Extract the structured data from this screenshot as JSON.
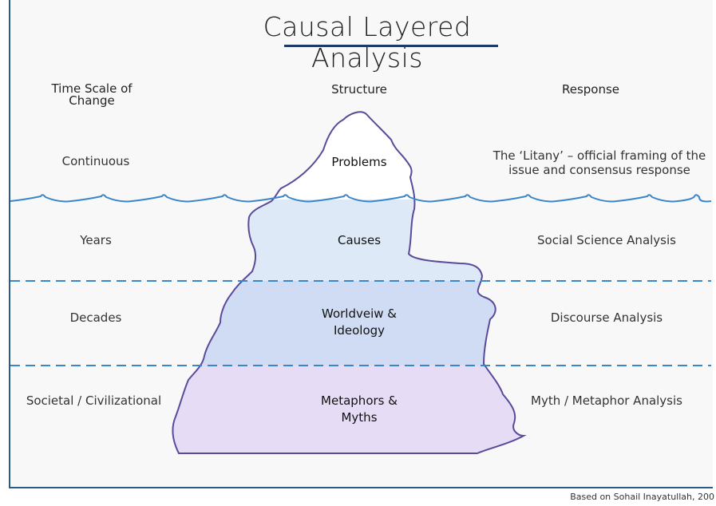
{
  "title": "Causal Layered Analysis",
  "columns": {
    "time": "Time Scale of Change",
    "structure": "Structure",
    "response": "Response"
  },
  "layers": [
    {
      "time": "Continuous",
      "structure": "Problems",
      "response": "The ‘Litany’ – official framing of the issue and consensus response"
    },
    {
      "time": "Years",
      "structure": "Causes",
      "response": "Social Science Analysis"
    },
    {
      "time": "Decades",
      "structure": "Worldveiw & Ideology",
      "response": "Discourse Analysis"
    },
    {
      "time": "Societal / Civilizational",
      "structure": "Metaphors & Myths",
      "response": "Myth / Metaphor Analysis"
    }
  ],
  "credit": "Based on Sohail Inayatullah, 200",
  "colors": {
    "water_line": "#3a86c8",
    "dashed_line": "#3a86c8",
    "iceberg_outline": "#5a4a9a",
    "tip_fill": "#ffffff",
    "causes_fill": "#dde9f6",
    "worldview_fill": "#cfdcf4",
    "myths_fill": "#e6dcf5",
    "frame": "#2d5b88",
    "title_underline": "#1f3a66"
  }
}
